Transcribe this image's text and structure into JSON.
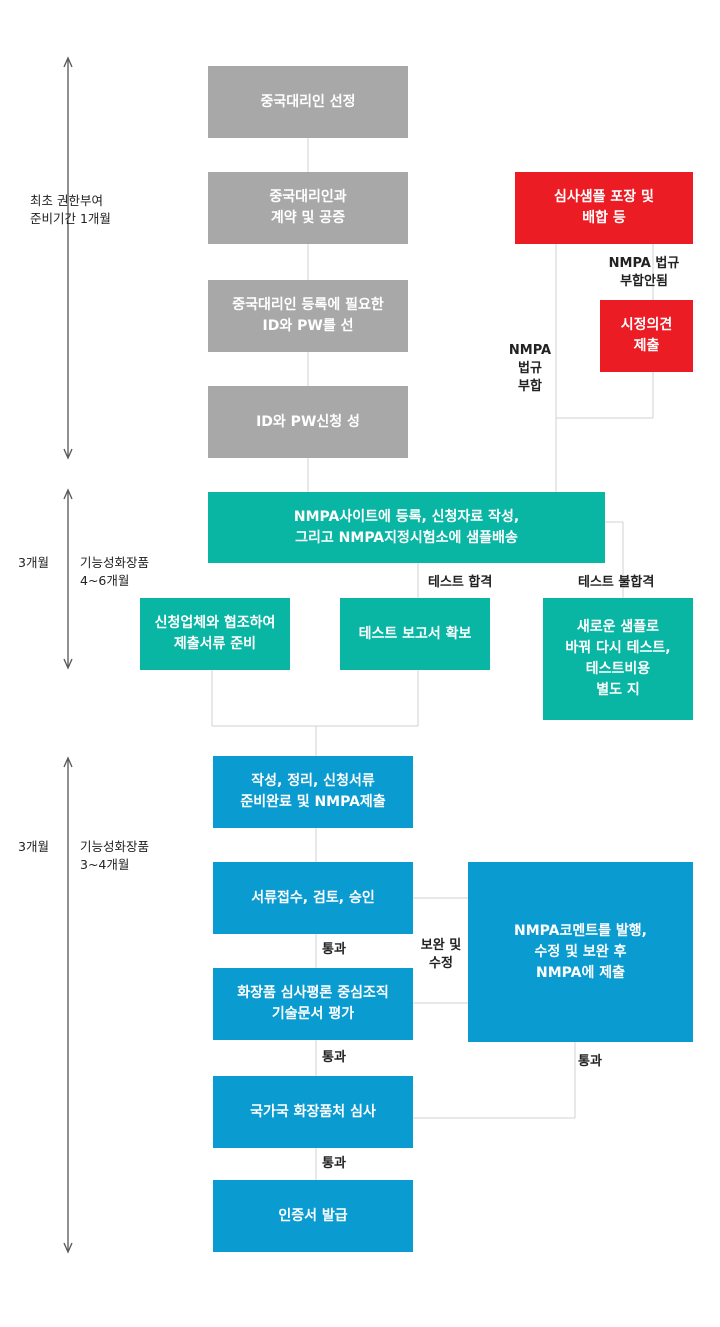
{
  "colors": {
    "gray": "#a8a8a8",
    "red": "#ec1c24",
    "teal": "#09b5a3",
    "blue": "#0a9bd1",
    "line": "#d0d0d0",
    "arrow": "#555555"
  },
  "phases": {
    "phase1": {
      "label": "최초 권한부여\n준비기간 1개월"
    },
    "phase2": {
      "label": "3개월",
      "sub": "기능성화장품\n4~6개월"
    },
    "phase3": {
      "label": "3개월",
      "sub": "기능성화장품\n3~4개월"
    }
  },
  "boxes": {
    "select_agent": "중국대리인 선정",
    "contract": "중국대리인과\n계약 및 공증",
    "register_id": "중국대리인 등록에 필요한\nID와 PW를 선",
    "apply_id": "ID와 PW신청 성",
    "sample_pack": "심사샘플 포장 및\n배합 등",
    "opinion": "시정의견\n제출",
    "nmpa_site": "NMPA사이트에 등록, 신청자료 작성,\n그리고 NMPA지정시험소에 샘플배송",
    "prepare_docs": "신청업체와 협조하여\n제출서류 준비",
    "test_report": "테스트 보고서 확보",
    "retest": "새로운 샘플로\n바꿔 다시 테스트,\n테스트비용\n별도 지",
    "submit": "작성, 정리, 신청서류\n준비완료 및 NMPA제출",
    "receipt": "서류접수, 검토, 승인",
    "review": "화장품 심사평론 중심조직\n기술문서 평가",
    "comments": "NMPA코멘트를 발행,\n수정 및 보완 후\nNMPA에 제출",
    "national": "국가국 화장품처 심사",
    "certificate": "인증서 발급"
  },
  "labels": {
    "nmpa_nonconform": "NMPA 법규\n부합안됨",
    "nmpa_conform": "NMPA\n법규\n부합",
    "test_pass": "테스트 합격",
    "test_fail": "테스트 불합격",
    "supplement": "보완 및\n수정",
    "pass_1": "통과",
    "pass_2": "통과",
    "pass_3": "통과",
    "pass_4": "통과"
  }
}
